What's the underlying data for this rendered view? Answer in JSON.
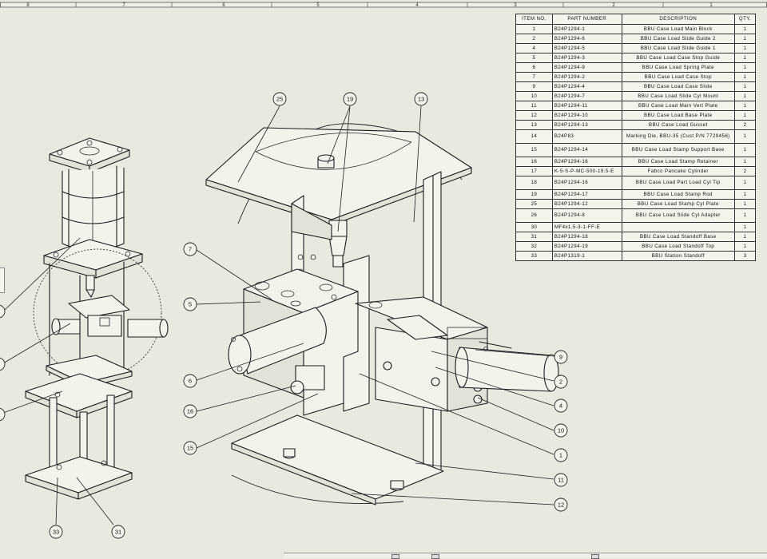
{
  "zone_labels": [
    "8",
    "7",
    "6",
    "5",
    "4",
    "3",
    "2",
    "1"
  ],
  "bom": {
    "headers": [
      "ITEM NO.",
      "PART NUMBER",
      "DESCRIPTION",
      "QTY."
    ],
    "rows": [
      {
        "item": "1",
        "part": "B24P1294-1",
        "desc": "BBU Case Load Main Block",
        "qty": "1"
      },
      {
        "item": "2",
        "part": "B24P1294-6",
        "desc": "BBU Case Load Slide Guide 2",
        "qty": "1"
      },
      {
        "item": "4",
        "part": "B24P1294-5",
        "desc": "BBU Case Load Slide Guide 1",
        "qty": "1"
      },
      {
        "item": "5",
        "part": "B24P1294-3",
        "desc": "BBU Case Load Case Stop Guide",
        "qty": "1"
      },
      {
        "item": "6",
        "part": "B24P1294-9",
        "desc": "BBU Case Load Spring Plate",
        "qty": "1"
      },
      {
        "item": "7",
        "part": "B24P1294-2",
        "desc": "BBU Case Load Case Stop",
        "qty": "1"
      },
      {
        "item": "9",
        "part": "B24P1294-4",
        "desc": "BBU Case Load Case Slide",
        "qty": "1"
      },
      {
        "item": "10",
        "part": "B24P1294-7",
        "desc": "BBU Case Load Slide Cyl Mount",
        "qty": "1"
      },
      {
        "item": "11",
        "part": "B24P1294-11",
        "desc": "BBU Case Load Main Vert Plate",
        "qty": "1"
      },
      {
        "item": "12",
        "part": "B24P1294-10",
        "desc": "BBU Case Load Base Plate",
        "qty": "1"
      },
      {
        "item": "13",
        "part": "B24P1294-13",
        "desc": "BBU Case Load Gusset",
        "qty": "2"
      },
      {
        "item": "14",
        "part": "B24P83",
        "desc": "Marking Die, BBU-35 (Cust P/N 7729456)",
        "qty": "1"
      },
      {
        "item": "15",
        "part": "B24P1294-14",
        "desc": "BBU Case Load Stamp Support Base",
        "qty": "1"
      },
      {
        "item": "16",
        "part": "B24P1294-16",
        "desc": "BBU Case Load Stamp Retainer",
        "qty": "1"
      },
      {
        "item": "17",
        "part": "K-5-S-P-MC-500-19.5-E",
        "desc": "Fabco Pancake Cylinder",
        "qty": "2"
      },
      {
        "item": "18",
        "part": "B24P1294-16",
        "desc": "BBU Case Load Part Load Cyl Tip",
        "qty": "1"
      },
      {
        "item": "19",
        "part": "B24P1294-17",
        "desc": "BBU Case Load Stamp Rod",
        "qty": "1"
      },
      {
        "item": "25",
        "part": "B24P1294-12",
        "desc": "BBU Case Load Stamp Cyl Plate",
        "qty": "1"
      },
      {
        "item": "26",
        "part": "B24P1294-8",
        "desc": "BBU Case Load Slide Cyl Adapter",
        "qty": "1"
      },
      {
        "item": "30",
        "part": "MF4x1.5-3-1-FF-E",
        "desc": "",
        "qty": "1"
      },
      {
        "item": "31",
        "part": "B24P1294-18",
        "desc": "BBU Case Load Standoff Base",
        "qty": "1"
      },
      {
        "item": "32",
        "part": "B24P1294-19",
        "desc": "BBU Case Load Standoff Top",
        "qty": "1"
      },
      {
        "item": "33",
        "part": "B24P1319-1",
        "desc": "BBU Station Standoff",
        "qty": "3"
      }
    ]
  },
  "balloons": {
    "b25": "25",
    "b19": "19",
    "b13": "13",
    "b7": "7",
    "b5": "5",
    "b6": "6",
    "b16": "16",
    "b15": "15",
    "b9": "9",
    "b2": "2",
    "b4": "4",
    "b10": "10",
    "b1": "1",
    "b11": "11",
    "b12": "12",
    "b33": "33",
    "b31": "31"
  }
}
